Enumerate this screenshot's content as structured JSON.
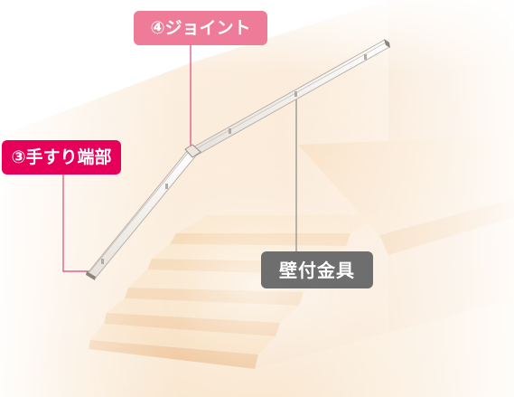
{
  "labels": {
    "joint": "④ジョイント",
    "handrail_end": "③手すり端部",
    "wall_bracket": "壁付金具"
  },
  "colors": {
    "joint_label_bg": "#ee7b98",
    "end_label_bg": "#e6005a",
    "bracket_label_bg": "#6e6e6e",
    "leader_line_pink": "#e0457a",
    "leader_line_gray": "#8a8a8a",
    "wall_base": "#fbe9d4",
    "stair_tread": "#f7d9b4",
    "stair_riser": "#f3c99c",
    "handrail": "#ffffff"
  }
}
